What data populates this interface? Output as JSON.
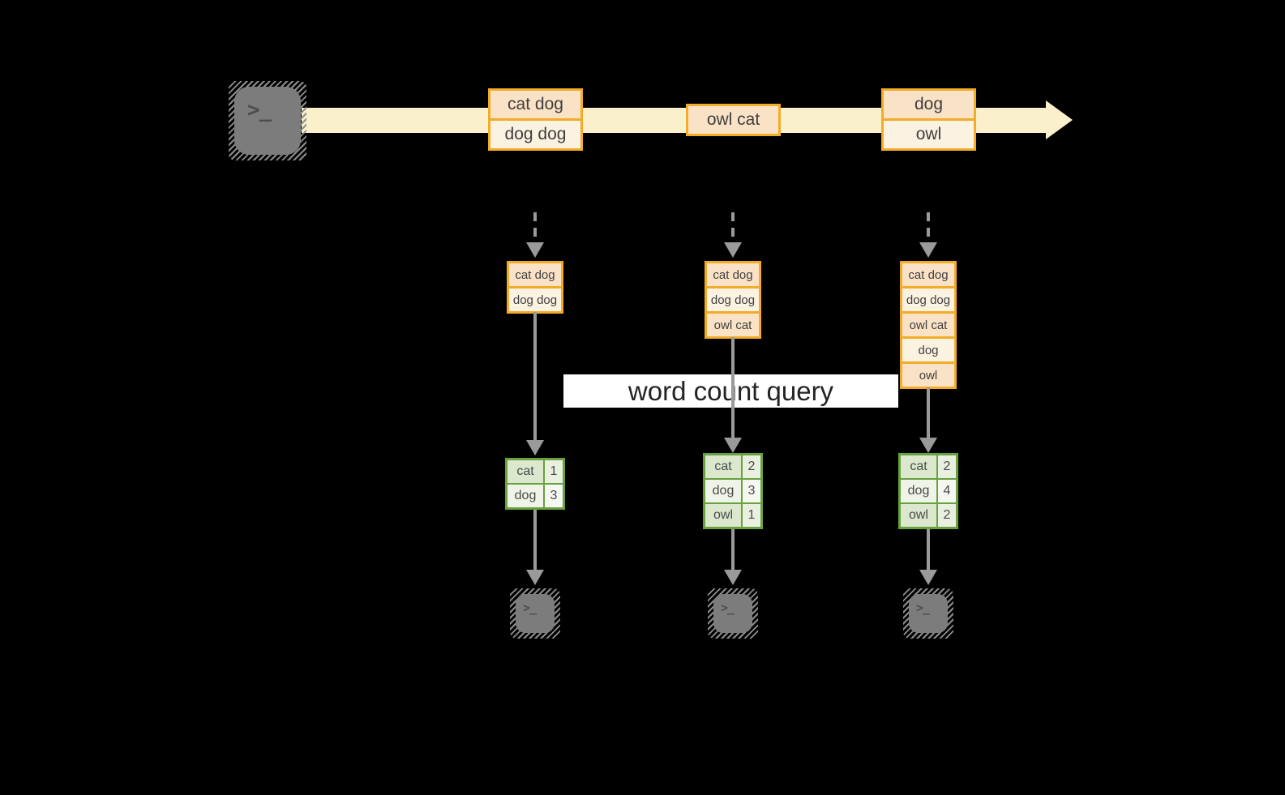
{
  "query_label": "word count query",
  "terminal_glyph": ">_",
  "stream_batches": [
    {
      "lines": [
        "cat dog",
        "dog dog"
      ]
    },
    {
      "lines": [
        "owl cat"
      ]
    },
    {
      "lines": [
        "dog",
        "owl"
      ]
    }
  ],
  "columns": [
    {
      "batch_lines": [
        "cat dog",
        "dog dog"
      ],
      "counts": [
        {
          "word": "cat",
          "count": "1"
        },
        {
          "word": "dog",
          "count": "3"
        }
      ]
    },
    {
      "batch_lines": [
        "cat dog",
        "dog dog",
        "owl cat"
      ],
      "counts": [
        {
          "word": "cat",
          "count": "2"
        },
        {
          "word": "dog",
          "count": "3"
        },
        {
          "word": "owl",
          "count": "1"
        }
      ]
    },
    {
      "batch_lines": [
        "cat dog",
        "dog dog",
        "owl cat",
        "dog",
        "owl"
      ],
      "counts": [
        {
          "word": "cat",
          "count": "2"
        },
        {
          "word": "dog",
          "count": "4"
        },
        {
          "word": "owl",
          "count": "2"
        }
      ]
    }
  ],
  "colors": {
    "background": "#000000",
    "band": "#FAF0CC",
    "box_border": "#F2AC28",
    "cell_peach": "#FAE2C6",
    "cell_cream": "#FCF2E1",
    "arrow_gray": "#9A9A9A",
    "table_border": "#68A23F",
    "table_cell_dark": "#DBE8CE",
    "table_cell_dark_num": "#E9F0DF",
    "table_cell_light": "#EEF4E8",
    "table_cell_light_num": "#F5F8F1",
    "icon_gray": "#7C7C7C",
    "text_dark": "#3F3F3F"
  }
}
